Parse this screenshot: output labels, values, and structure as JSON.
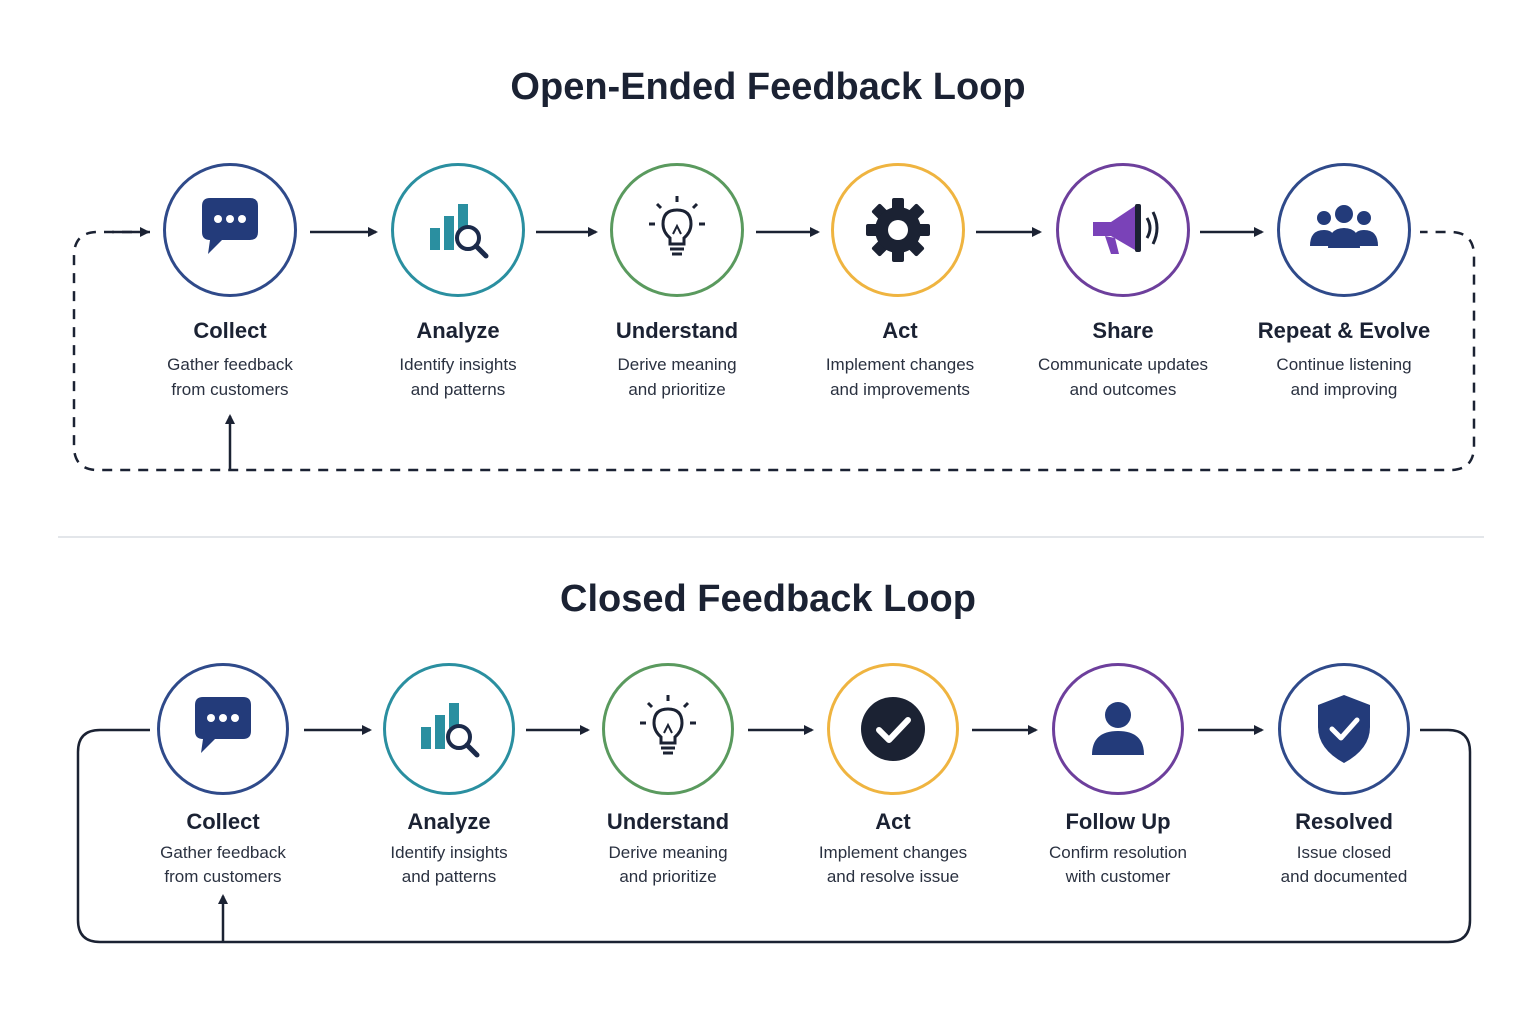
{
  "colors": {
    "ink": "#1b2233",
    "navy": "#2f4a8a",
    "teal": "#2a8fa0",
    "green": "#5a9a5e",
    "amber": "#efb440",
    "purple": "#6d3f9c"
  },
  "open_loop": {
    "title": "Open-Ended Feedback Loop",
    "steps": [
      {
        "label": "Collect",
        "desc1": "Gather feedback",
        "desc2": "from customers",
        "icon": "chat-bubble-icon"
      },
      {
        "label": "Analyze",
        "desc1": "Identify insights",
        "desc2": "and patterns",
        "icon": "bar-chart-magnifier-icon"
      },
      {
        "label": "Understand",
        "desc1": "Derive meaning",
        "desc2": "and prioritize",
        "icon": "lightbulb-icon"
      },
      {
        "label": "Act",
        "desc1": "Implement changes",
        "desc2": "and improvements",
        "icon": "gear-icon"
      },
      {
        "label": "Share",
        "desc1": "Communicate updates",
        "desc2": "and outcomes",
        "icon": "megaphone-icon"
      },
      {
        "label": "Repeat & Evolve",
        "desc1": "Continue listening",
        "desc2": "and improving",
        "icon": "people-group-icon"
      }
    ]
  },
  "closed_loop": {
    "title": "Closed Feedback Loop",
    "steps": [
      {
        "label": "Collect",
        "desc1": "Gather feedback",
        "desc2": "from customers",
        "icon": "chat-bubble-icon"
      },
      {
        "label": "Analyze",
        "desc1": "Identify insights",
        "desc2": "and patterns",
        "icon": "bar-chart-magnifier-icon"
      },
      {
        "label": "Understand",
        "desc1": "Derive meaning",
        "desc2": "and prioritize",
        "icon": "lightbulb-icon"
      },
      {
        "label": "Act",
        "desc1": "Implement changes",
        "desc2": "and resolve issue",
        "icon": "checkmark-circle-icon"
      },
      {
        "label": "Follow Up",
        "desc1": "Confirm resolution",
        "desc2": "with customer",
        "icon": "person-icon"
      },
      {
        "label": "Resolved",
        "desc1": "Issue closed",
        "desc2": "and documented",
        "icon": "shield-check-icon"
      }
    ]
  }
}
